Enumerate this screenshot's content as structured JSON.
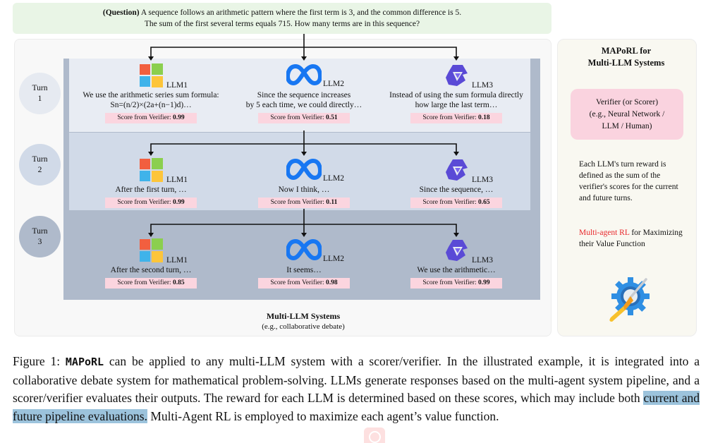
{
  "question": {
    "label": "(Question)",
    "line1": " A sequence follows an arithmetic pattern where the first term is 3, and the common difference is 5.",
    "line2": "The sum of the first several terms equals 715. How many terms are in this sequence?"
  },
  "turns": [
    {
      "label": "Turn",
      "number": "1",
      "agents": [
        {
          "name": "LLM1",
          "icon": "windows-logo-icon",
          "text1": "We use the arithmetic series sum formula:",
          "text2": "Sn=(n/2)×(2a+(n−1)d)…",
          "score_label": "Score from Verifier: ",
          "score": "0.99"
        },
        {
          "name": "LLM2",
          "icon": "meta-logo-icon",
          "text1": "Since the sequence increases",
          "text2": "by 5 each time, we could directly…",
          "score_label": "Score from Verifier: ",
          "score": "0.51"
        },
        {
          "name": "LLM3",
          "icon": "qwen-logo-icon",
          "text1": "Instead of using the sum formula directly",
          "text2": "how large the last term…",
          "score_label": "Score from Verifier: ",
          "score": "0.18"
        }
      ]
    },
    {
      "label": "Turn",
      "number": "2",
      "agents": [
        {
          "name": "LLM1",
          "icon": "windows-logo-icon",
          "text1": "After the first turn, …",
          "text2": "",
          "score_label": "Score from Verifier: ",
          "score": "0.99"
        },
        {
          "name": "LLM2",
          "icon": "meta-logo-icon",
          "text1": "Now I think, …",
          "text2": "",
          "score_label": "Score from Verifier: ",
          "score": "0.11"
        },
        {
          "name": "LLM3",
          "icon": "qwen-logo-icon",
          "text1": "Since the sequence, …",
          "text2": "",
          "score_label": "Score from Verifier: ",
          "score": "0.65"
        }
      ]
    },
    {
      "label": "Turn",
      "number": "3",
      "agents": [
        {
          "name": "LLM1",
          "icon": "windows-logo-icon",
          "text1": "After the second turn, …",
          "text2": "",
          "score_label": "Score from Verifier: ",
          "score": "0.85"
        },
        {
          "name": "LLM2",
          "icon": "meta-logo-icon",
          "text1": "It seems…",
          "text2": "",
          "score_label": "Score from Verifier: ",
          "score": "0.98"
        },
        {
          "name": "LLM3",
          "icon": "qwen-logo-icon",
          "text1": "We use the arithmetic…",
          "text2": "",
          "score_label": "Score from Verifier: ",
          "score": "0.99"
        }
      ]
    }
  ],
  "system": {
    "title": "Multi-LLM Systems",
    "subtitle": "(e.g., collaborative debate)"
  },
  "panel": {
    "title1": "MAPoRL for",
    "title2": "Multi-LLM Systems",
    "verifier1": "Verifier (or Scorer)",
    "verifier2": "(e.g., Neural Network /",
    "verifier3": "LLM / Human)",
    "reward_text": "Each LLM's turn reward is defined as the sum of the verifier's scores for the current and future turns.",
    "rl_highlight": "Multi-agent RL",
    "rl_rest": " for Maximizing their Value Function",
    "icon": "gear-screwdriver-icon",
    "accent_color": "#e8262a"
  },
  "caption": {
    "prefix": "Figure 1: ",
    "method": "MAPoRL",
    "part1": " can be applied to any multi-LLM system with a scorer/verifier. In the illustrated example, it is integrated into a collaborative debate system for mathematical problem-solving. LLMs generate responses based on the multi-agent system pipeline, and a scorer/verifier evaluates their outputs.  The reward for each LLM is determined based on these scores, which may include both ",
    "highlight": "current and future pipeline evaluations.",
    "part2": " Multi-Agent RL is employed to maximize each agent’s value function.",
    "highlight_color": "#9cc3dc"
  }
}
